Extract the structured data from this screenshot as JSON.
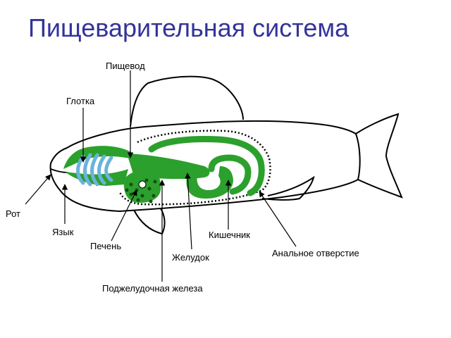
{
  "title": "Пищеварительная система",
  "colors": {
    "title": "#33339a",
    "organs": "#2ca02c",
    "gills": "#6ab3dd",
    "outline": "#000000"
  },
  "labels": {
    "esophagus": "Пищевод",
    "pharynx": "Глотка",
    "mouth": "Рот",
    "tongue": "Язык",
    "liver": "Печень",
    "intestine": "Кишечник",
    "anus": "Анальное отверстие",
    "stomach": "Желудок",
    "pancreas": "Поджелудочная железа"
  }
}
